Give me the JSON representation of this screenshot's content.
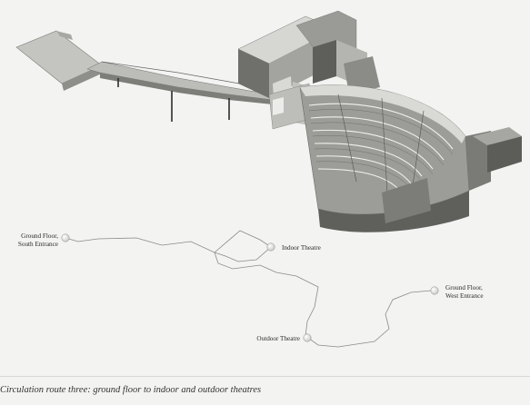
{
  "caption": "Circulation route three: ground floor to indoor and outdoor theatres",
  "nodes": {
    "south_entrance": {
      "line1": "Ground Floor,",
      "line2": "South Entrance"
    },
    "indoor_theatre": {
      "label": "Indoor Theatre"
    },
    "west_entrance": {
      "line1": "Ground Floor,",
      "line2": "West Entrance"
    },
    "outdoor_theatre": {
      "label": "Outdoor Theatre"
    }
  },
  "colors": {
    "background": "#f3f3f1",
    "route_line": "#8a8a8a",
    "node_fill": "#e6e6e2",
    "model_light": "#cfcfcb",
    "model_mid": "#a9a9a5",
    "model_dark": "#6e6e6b"
  }
}
